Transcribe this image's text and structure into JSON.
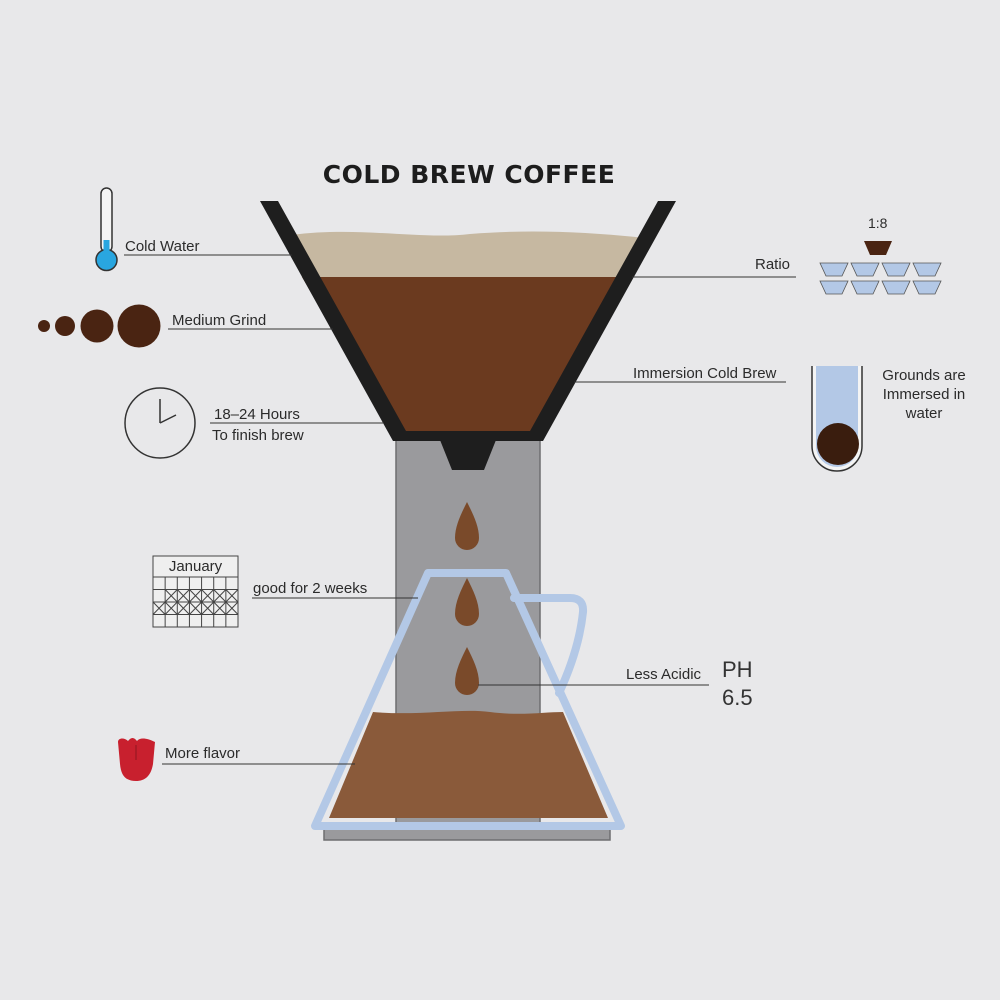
{
  "title": "COLD BREW COFFEE",
  "labels": {
    "cold_water": "Cold Water",
    "medium_grind": "Medium Grind",
    "hours": "18–24 Hours",
    "finish_brew": "To finish brew",
    "calendar_month": "January",
    "good_for": "good for 2 weeks",
    "more_flavor": "More flavor",
    "ratio_value": "1:8",
    "ratio": "Ratio",
    "immersion": "Immersion Cold Brew",
    "grounds_line1": "Grounds are",
    "grounds_line2": "Immersed in",
    "grounds_line3": "water",
    "less_acidic": "Less Acidic",
    "ph_label": "PH",
    "ph_value": "6.5"
  },
  "icons": [
    "thermometer-icon",
    "grind-dots-icon",
    "clock-icon",
    "calendar-icon",
    "tongue-icon",
    "ratio-cups-icon",
    "test-tube-icon"
  ],
  "colors": {
    "background": "#e8e8ea",
    "funnel_frame": "#1e1e1e",
    "water_layer": "#c6b8a1",
    "grounds": "#6b3a1f",
    "coffee": "#8a5a3a",
    "drip": "#7a4a2a",
    "stand": "#9a9a9d",
    "carafe_outline": "#b3c8e6",
    "thermometer_blue": "#29a6e0",
    "tongue_red": "#c8202e",
    "tube_water": "#b3c8e6"
  }
}
